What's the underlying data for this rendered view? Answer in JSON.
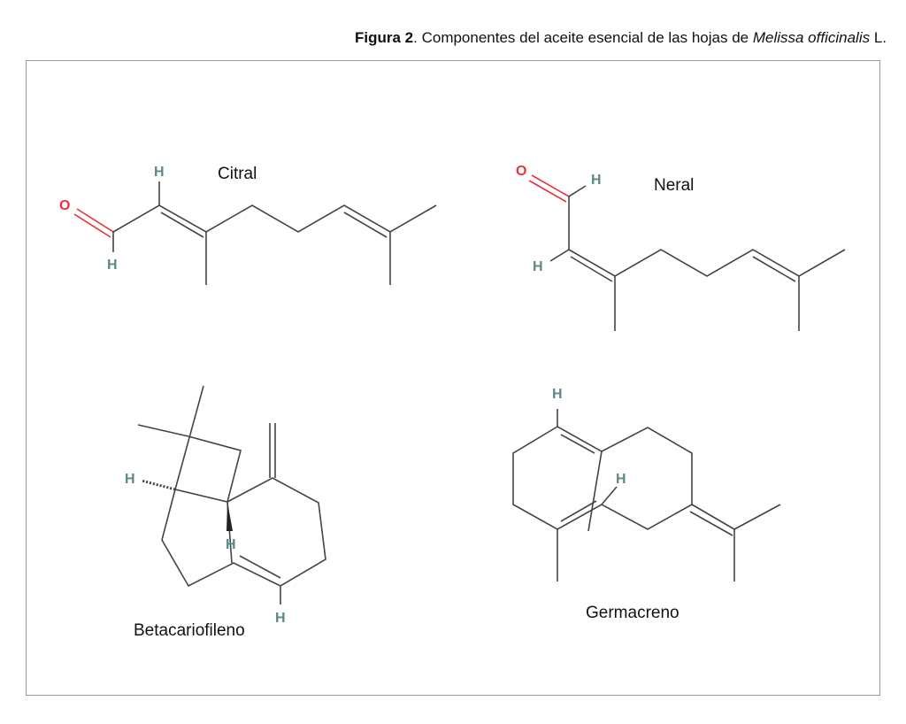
{
  "caption": {
    "bold": "Figura 2",
    "text": ". Componentes del aceite esencial de las hojas de ",
    "italic": "Melissa officinalis",
    "end": " L."
  },
  "molecules": [
    {
      "name": "Citral",
      "atoms": [
        "O",
        "H",
        "H"
      ]
    },
    {
      "name": "Neral",
      "atoms": [
        "O",
        "H",
        "H"
      ]
    },
    {
      "name": "Betacariofileno",
      "atoms": [
        "H",
        "H",
        "H"
      ]
    },
    {
      "name": "Germacreno",
      "atoms": [
        "H",
        "H"
      ]
    }
  ],
  "colors": {
    "oxygen": "#e8323a",
    "hydrogen": "#5a8a88",
    "bond": "#444444"
  }
}
